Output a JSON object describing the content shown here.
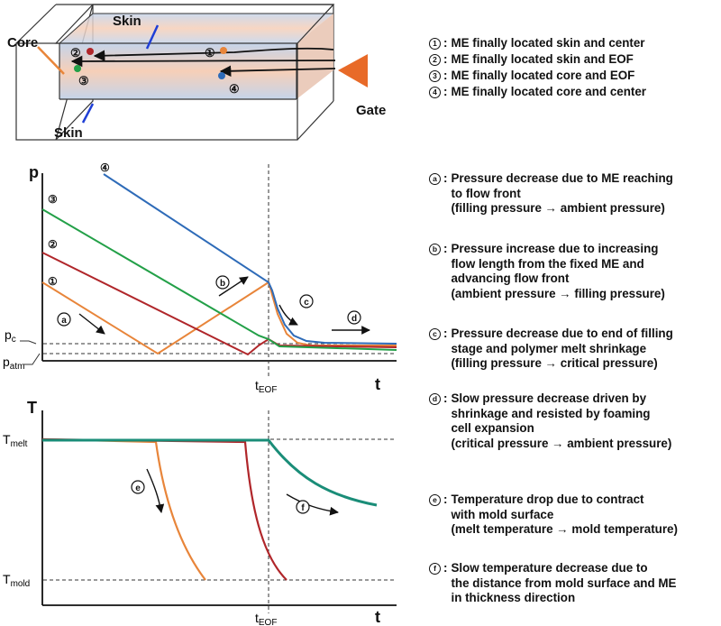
{
  "diagram": {
    "labels": {
      "skin_top": "Skin",
      "skin_bottom": "Skin",
      "core": "Core",
      "gate": "Gate",
      "p_axis": "p",
      "t_axis": "t",
      "T_axis": "T",
      "pc": "p",
      "pc_sub": "c",
      "patm": "p",
      "patm_sub": "atm",
      "teof": "t",
      "teof_sub": "EOF",
      "tmelt": "T",
      "tmelt_sub": "melt",
      "tmold": "T",
      "tmold_sub": "mold"
    },
    "markers": {
      "m1": "①",
      "m2": "②",
      "m3": "③",
      "m4": "④"
    },
    "markers_plain": {
      "m1": "1",
      "m2": "2",
      "m3": "3",
      "m4": "4",
      "a": "a",
      "b": "b",
      "c": "c",
      "d": "d",
      "e": "e",
      "f": "f"
    },
    "colors": {
      "me1": "#e8853a",
      "me2": "#b0262a",
      "me3": "#23a048",
      "me4": "#2e6bb8",
      "skin_line": "#1f3fd6",
      "core_line": "#e8853a",
      "gate": "#e86a28",
      "cavity_mid": "#f6cfb8",
      "cavity_edge": "#c5d4ea",
      "temp_teal": "#1a8d78"
    }
  },
  "legend": [
    {
      "mark": "1",
      "text": "ME finally located skin and center"
    },
    {
      "mark": "2",
      "text": "ME finally located skin and EOF"
    },
    {
      "mark": "3",
      "text": "ME finally located core and EOF"
    },
    {
      "mark": "4",
      "text": "ME finally located core and center"
    }
  ],
  "notes": [
    {
      "mark": "a",
      "text": "Pressure decrease due to ME reaching\nto flow front\n(filling pressure → ambient pressure)"
    },
    {
      "mark": "b",
      "text": "Pressure increase due to increasing\nflow length from the fixed ME and\nadvancing flow front\n(ambient pressure → filling pressure)"
    },
    {
      "mark": "c",
      "text": "Pressure decrease due to end of filling\nstage and polymer melt shrinkage\n(filling pressure → critical pressure)"
    },
    {
      "mark": "d",
      "text": "Slow pressure decrease driven by\nshrinkage and resisted by foaming\ncell expansion\n(critical pressure → ambient pressure)"
    },
    {
      "mark": "e",
      "text": "Temperature drop due to contract\nwith mold surface\n(melt temperature → mold temperature)"
    },
    {
      "mark": "f",
      "text": "Slow temperature decrease due to\nthe distance from mold surface and ME\nin thickness direction"
    }
  ]
}
